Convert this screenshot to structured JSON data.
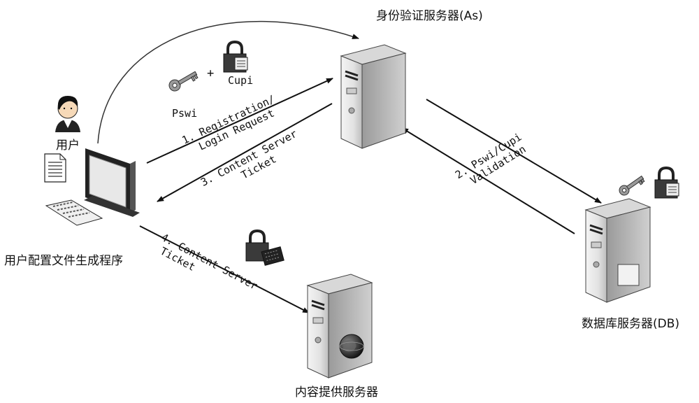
{
  "nodes": {
    "auth_server": "身份验证服务器(As)",
    "user": "用户",
    "profile_generator": "用户配置文件生成程序",
    "db_server": "数据库服务器(DB)",
    "content_server": "内容提供服务器"
  },
  "credentials": {
    "key_label": "Pswi",
    "plus": "+",
    "lock_label": "Cupi"
  },
  "edges": {
    "step1": [
      "1. Registration/",
      "Login Request"
    ],
    "step3": [
      "3. Content Server",
      "Ticket"
    ],
    "step2": [
      "2. Pswi/Cupi",
      "Validation"
    ],
    "step4": [
      "4. Content Server",
      "Ticket"
    ]
  }
}
